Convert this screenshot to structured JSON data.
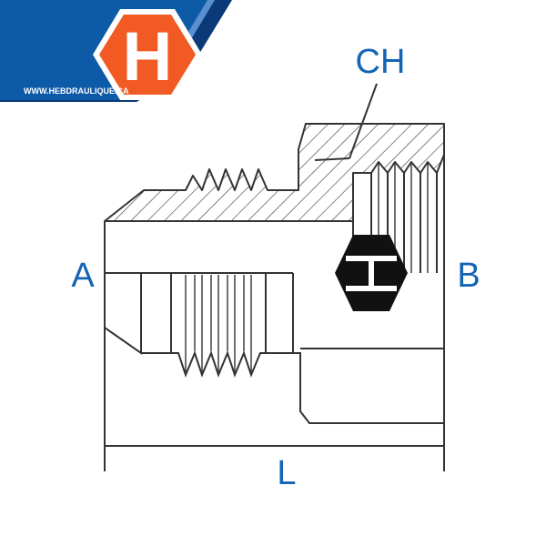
{
  "brand": {
    "logo_letter": "H",
    "url": "WWW.HEBDRAULIQUE.CA",
    "colors": {
      "blue": "#0d5aa7",
      "dark_blue": "#0a3a78",
      "orange": "#f15a22"
    }
  },
  "labels": {
    "ch": "CH",
    "a": "A",
    "b": "B",
    "l": "L"
  },
  "colors": {
    "label": "#1565b4",
    "line": "#333333",
    "hex_icon": "#111111"
  },
  "icons": {
    "center_mark": "hex-nut-icon"
  }
}
